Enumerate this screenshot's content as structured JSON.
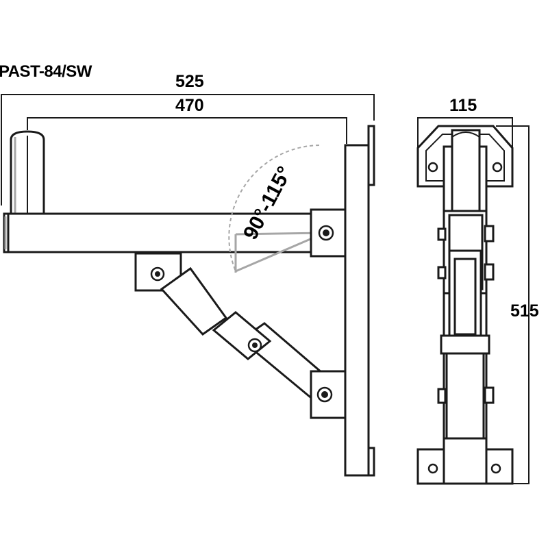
{
  "model": "PAST-84/SW",
  "dimensions": {
    "overall_width": "525",
    "arm_width": "470",
    "front_width": "115",
    "height": "515"
  },
  "angle_range": "90°-115°"
}
